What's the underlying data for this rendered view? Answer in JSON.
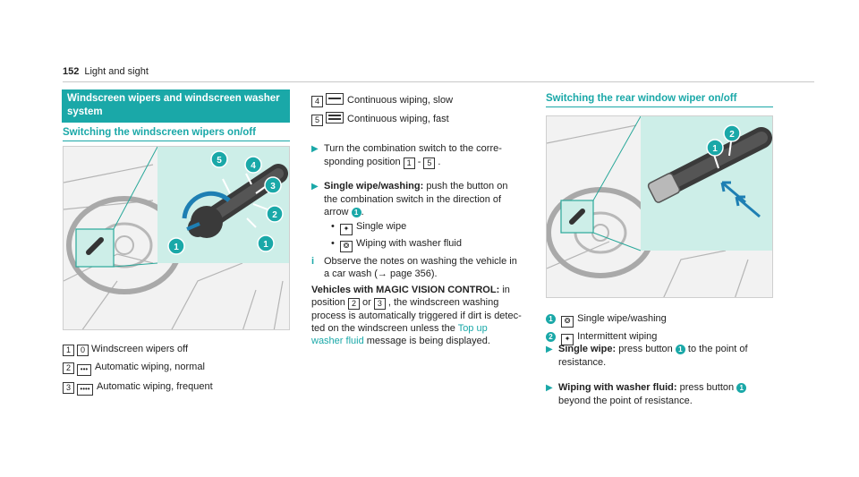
{
  "header": {
    "page_number": "152",
    "title": "Light and sight"
  },
  "left": {
    "section_title": "Windscreen wipers and windscreen washer system",
    "sub_heading": "Switching the windscreen wipers on/off",
    "figure_callouts": [
      "5",
      "4",
      "3",
      "2",
      "1",
      "1"
    ],
    "legend": [
      {
        "key": "1",
        "symbol": "0",
        "label": "Windscreen wipers off"
      },
      {
        "key": "2",
        "symbol": "•••",
        "label": "Automatic wiping, normal"
      },
      {
        "key": "3",
        "symbol": "••••",
        "label": "Automatic wiping, frequent"
      }
    ]
  },
  "middle": {
    "legend": [
      {
        "key": "4",
        "label": "Continuous wiping, slow"
      },
      {
        "key": "5",
        "label": "Continuous wiping, fast"
      }
    ],
    "step1": {
      "text_a": "Turn the combination switch to the corre-",
      "text_b": "sponding position",
      "k1": "1",
      "dash": "-",
      "k2": "5",
      "end": "."
    },
    "step2": {
      "bold": "Single wipe/washing:",
      "text_a": "push the button on",
      "text_b": "the combination switch in the direction of",
      "text_c": "arrow",
      "callout": "1",
      "end": "."
    },
    "bullets": [
      "Single wipe",
      "Wiping with washer fluid"
    ],
    "info": {
      "icon": "i",
      "line1": "Observe the notes on washing the vehicle in",
      "line2": "a car wash (→ page 356)."
    },
    "magic": {
      "bold": "Vehicles with MAGIC VISION CONTROL:",
      "in": "in",
      "position": "position",
      "k2": "2",
      "or": "or",
      "k3": "3",
      "rest1": ", the windscreen washing",
      "line3": "process is automatically triggered if dirt is detec-",
      "line4": "ted on the windscreen unless the",
      "link1": "Top up",
      "link2": "washer fluid",
      "line5": "message is being displayed."
    }
  },
  "right": {
    "sub_heading": "Switching the rear window wiper on/off",
    "figure_callouts": [
      "2",
      "1"
    ],
    "legend": [
      {
        "callout": "1",
        "label": "Single wipe/washing"
      },
      {
        "callout": "2",
        "label": "Intermittent wiping"
      }
    ],
    "step1": {
      "bold": "Single wipe:",
      "text_a": "press button",
      "callout": "1",
      "text_b": "to the point of",
      "text_c": "resistance."
    },
    "step2": {
      "bold": "Wiping with washer fluid:",
      "text_a": "press button",
      "callout": "1",
      "text_b": "beyond the point of resistance."
    }
  },
  "colors": {
    "accent": "#1aa8a8",
    "figure_bg": "#f2f2f2",
    "inset_bg": "#cdeee8"
  }
}
